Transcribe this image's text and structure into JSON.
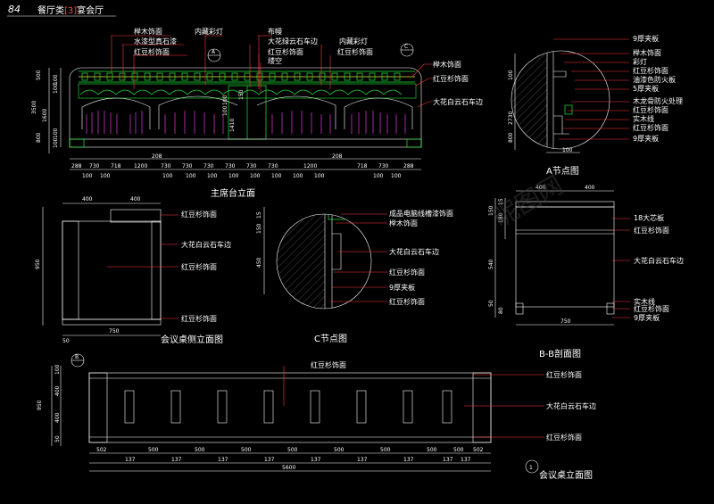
{
  "header": {
    "page_no": "84",
    "title_prefix": "餐厅类",
    "title_num": "[3]",
    "title_suffix": "宴会厅"
  },
  "main_elevation": {
    "title": "主席台立面",
    "callouts_top": [
      "榉木饰面",
      "水漆型真石漆",
      "红豆杉饰面",
      "内藏彩灯",
      "布幔",
      "大花绿云石车边",
      "红豆杉饰面",
      "缕空",
      "内藏彩灯",
      "红豆杉饰面"
    ],
    "callouts_right": [
      "榉木饰面",
      "红豆杉饰面",
      "大花白云石车边"
    ],
    "marker_a": "A",
    "marker_c": "C",
    "dims_left": [
      "500",
      "100",
      "100",
      "3500",
      "1600",
      "800",
      "100",
      "100"
    ],
    "dims_bottom_top": [
      "288",
      "730",
      "718",
      "1200",
      "730",
      "730",
      "730",
      "730",
      "730",
      "730",
      "1200",
      "718",
      "730",
      "288"
    ],
    "dims_bottom_low": [
      "100",
      "100",
      "100",
      "100",
      "100",
      "100",
      "100",
      "100",
      "100",
      "100",
      "100",
      "100"
    ],
    "dims_centre": [
      "1410",
      "100",
      "100",
      "150"
    ],
    "dim_208_left": "208",
    "dim_208_right": "208"
  },
  "detail_a": {
    "title": "A节点图",
    "labels": [
      "9厚夹板",
      "榉木饰面",
      "彩灯",
      "红豆杉饰面",
      "油漆色防火板",
      "5厚夹板",
      "木龙骨防火处理",
      "红豆杉饰面",
      "实木线",
      "红豆杉饰面",
      "9厚夹板"
    ],
    "dims": [
      "100",
      "2730",
      "800",
      "100"
    ]
  },
  "meeting_side": {
    "title": "会议桌侧立面图",
    "labels": [
      "红豆杉饰面",
      "大花白云石车边",
      "红豆杉饰面",
      "红豆杉饰面"
    ],
    "dims": [
      "400",
      "400",
      "950",
      "750",
      "50"
    ]
  },
  "detail_c": {
    "title": "C节点图",
    "labels": [
      "成品电脑线槽漆饰面",
      "榉木饰面",
      "大花白云石车边",
      "红豆杉饰面",
      "9厚夹板",
      "红豆杉饰面"
    ],
    "dims": [
      "15",
      "150",
      "450"
    ]
  },
  "section_bb": {
    "title": "B-B剖面图",
    "labels": [
      "18大芯板",
      "红豆杉饰面",
      "大花白云石车边",
      "实木线",
      "红豆杉饰面",
      "9厚夹板"
    ],
    "dims": [
      "400",
      "400",
      "150",
      "180",
      "15",
      "540",
      "50",
      "80",
      "750"
    ]
  },
  "meeting_front": {
    "title": "会议桌立面图",
    "marker_num": "1",
    "marker_b": "B",
    "labels": [
      "红豆杉饰面",
      "红豆杉饰面",
      "大花白云石车边",
      "红豆杉饰面"
    ],
    "dims_left": [
      "100",
      "950",
      "400",
      "400",
      "50"
    ],
    "dims_bottom": [
      "502",
      "500",
      "500",
      "500",
      "500",
      "500",
      "500",
      "500",
      "500",
      "502"
    ],
    "dims_sub": [
      "137",
      "137",
      "137",
      "137",
      "137",
      "137",
      "137",
      "137",
      "137"
    ],
    "total": "5600"
  },
  "watermark": "昵图网"
}
